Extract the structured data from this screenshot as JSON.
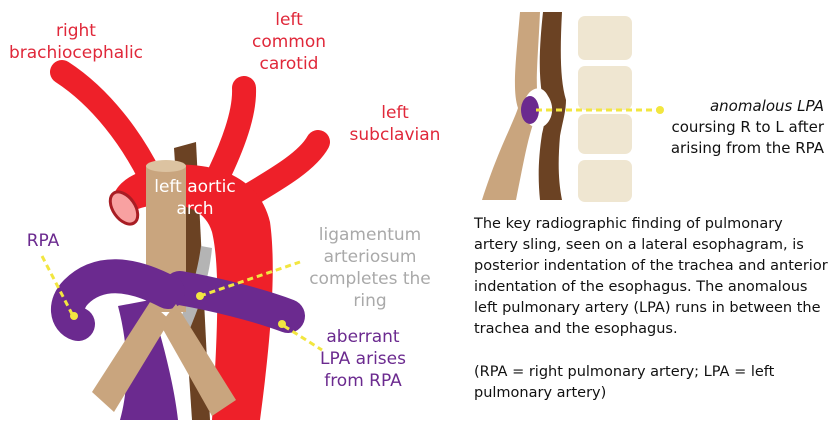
{
  "labels": {
    "right_brachiocephalic": "right brachiocephalic",
    "left_common_carotid": "left common carotid",
    "left_subclavian": "left subclavian",
    "left_aortic_arch": "left aortic arch",
    "rpa": "RPA",
    "ligamentum": "ligamentum arteriosum completes the ring",
    "aberrant_lpa": "aberrant LPA arises from RPA"
  },
  "inset_note": {
    "line1": "anomalous LPA",
    "line2": "coursing R to L after",
    "line3": "arising from the RPA"
  },
  "description": "The key radiographic finding of pulmonary artery sling, seen on a lateral esophagram, is posterior indentation of the trachea and anterior indentation of the esophagus. The anomalous left pulmonary artery (LPA) runs in between the trachea and the esophagus.",
  "abbreviations": "(RPA = right pulmonary artery; LPA = left pulmonary artery)",
  "colors": {
    "aorta": "#ee2029",
    "pulmonary": "#6b2a8f",
    "trachea": "#c9a57e",
    "esophagus": "#6b4223",
    "ligamentum": "#b4b4b4",
    "pointer": "#f2e640",
    "vertebra": "#efe6d1"
  }
}
